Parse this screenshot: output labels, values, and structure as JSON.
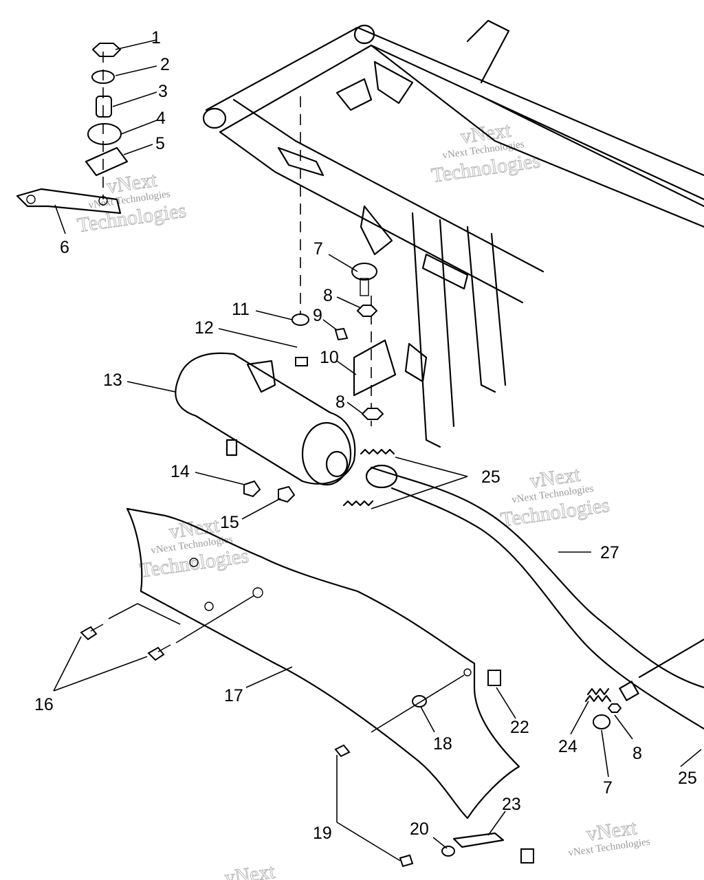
{
  "watermark": {
    "line1": "vNext",
    "line2": "vNext Technologies",
    "line3": "Technologies"
  },
  "callouts": {
    "c1": "1",
    "c2": "2",
    "c3": "3",
    "c4": "4",
    "c5": "5",
    "c6": "6",
    "c7a": "7",
    "c8a": "8",
    "c9": "9",
    "c10": "10",
    "c11": "11",
    "c12": "12",
    "c13": "13",
    "c8b": "8",
    "c14": "14",
    "c15": "15",
    "c25a": "25",
    "c27": "27",
    "c16": "16",
    "c17": "17",
    "c18": "18",
    "c22": "22",
    "c24": "24",
    "c8c": "8",
    "c7b": "7",
    "c25b": "25",
    "c19": "19",
    "c20": "20",
    "c23": "23"
  }
}
